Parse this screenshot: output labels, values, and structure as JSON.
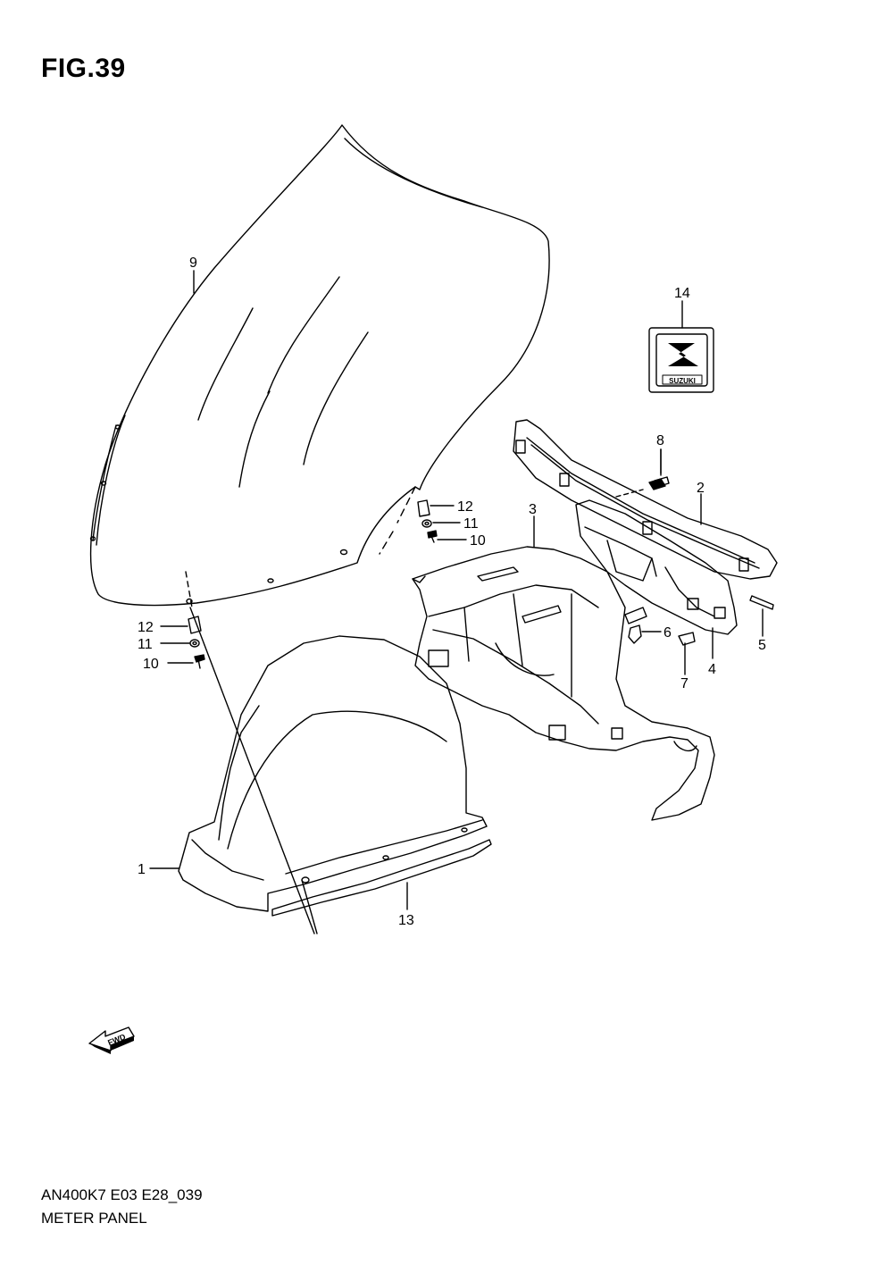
{
  "figure": {
    "title": "FIG.39",
    "code": "AN400K7 E03 E28_039",
    "name": "METER PANEL"
  },
  "callouts": [
    "1",
    "2",
    "3",
    "4",
    "5",
    "6",
    "7",
    "8",
    "9",
    "10",
    "11",
    "12",
    "13",
    "14",
    "10",
    "11",
    "12"
  ],
  "badge_text": "SUZUKI",
  "fwd_text": "FWD",
  "colors": {
    "line": "#000000",
    "background": "#ffffff"
  }
}
